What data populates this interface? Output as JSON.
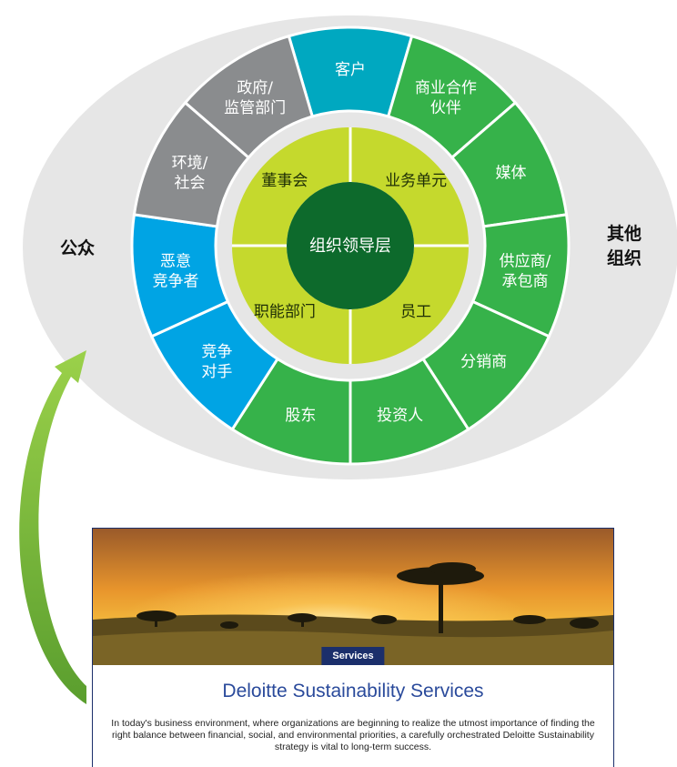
{
  "diagram": {
    "outer_left_label": "公众",
    "outer_right_label": [
      "其他",
      "组织"
    ],
    "center_label": "组织领导层",
    "inner_quadrants": [
      "业务单元",
      "员工",
      "职能部门",
      "董事会"
    ],
    "outer_segments": [
      {
        "lines": [
          "客户"
        ],
        "color": "#00a8c0"
      },
      {
        "lines": [
          "商业合作",
          "伙伴"
        ],
        "color": "#36b24a"
      },
      {
        "lines": [
          "媒体"
        ],
        "color": "#36b24a"
      },
      {
        "lines": [
          "供应商/",
          "承包商"
        ],
        "color": "#36b24a"
      },
      {
        "lines": [
          "分销商"
        ],
        "color": "#36b24a"
      },
      {
        "lines": [
          "投资人"
        ],
        "color": "#36b24a"
      },
      {
        "lines": [
          "股东"
        ],
        "color": "#36b24a"
      },
      {
        "lines": [
          "竞争",
          "对手"
        ],
        "color": "#00a4e4"
      },
      {
        "lines": [
          "恶意",
          "竞争者"
        ],
        "color": "#00a4e4"
      },
      {
        "lines": [
          "环境/",
          "社会"
        ],
        "color": "#8a8c8e"
      },
      {
        "lines": [
          "政府/",
          "监管部门"
        ],
        "color": "#8a8c8e"
      }
    ],
    "colors": {
      "ellipse": "#e6e6e6",
      "inner_ring": "#c5d92d",
      "center": "#0d6a2c",
      "arrow": "#7cc242"
    }
  },
  "card": {
    "badge": "Services",
    "title": "Deloitte Sustainability Services",
    "body": "In today's business environment, where organizations are beginning to realize the utmost importance of finding the right balance between financial, social, and environmental priorities, a carefully orchestrated Deloitte Sustainability strategy is vital to long-term success."
  }
}
